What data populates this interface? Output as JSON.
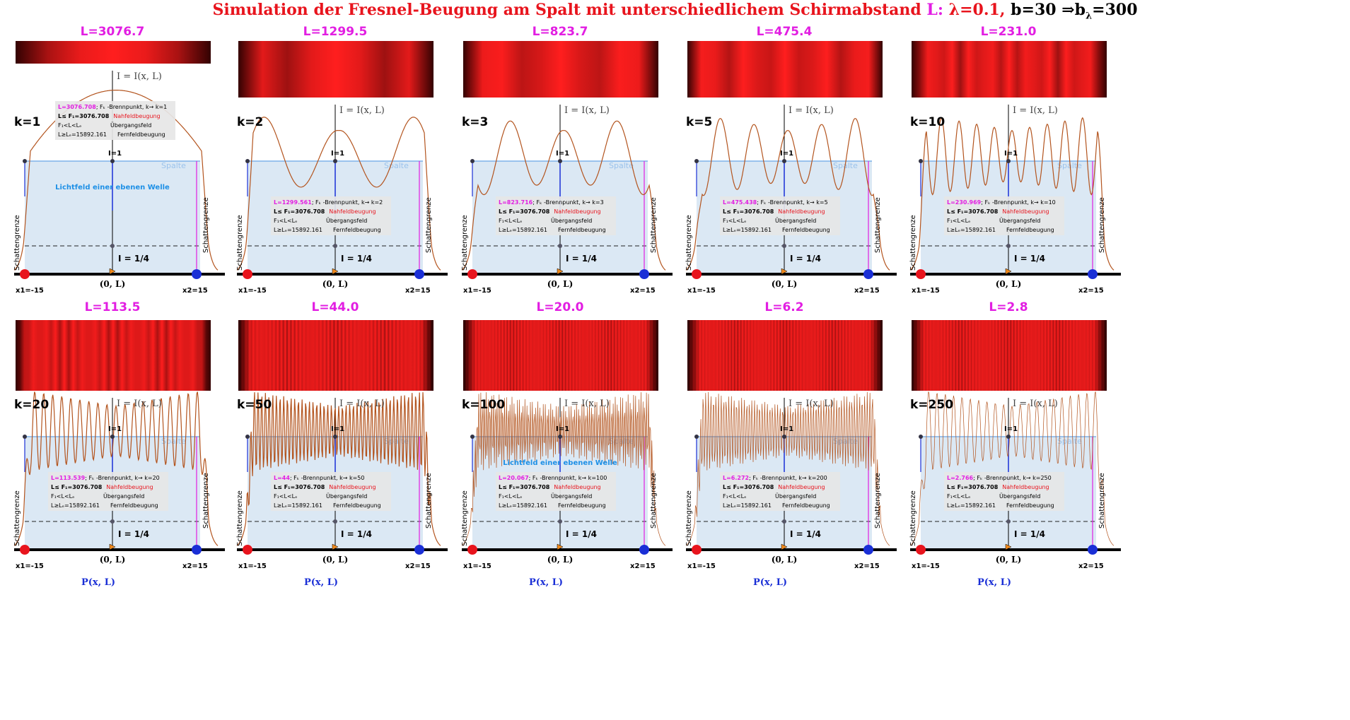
{
  "title": {
    "main": "Simulation der Fresnel-Beugung am Spalt mit unterschiedlichem Schirmabstand ",
    "L_symbol": "L:",
    "lambda": "λ=0.1,",
    "b": " b=30",
    "arrow": " ⇒b",
    "sub": "λ",
    "b_lambda": "=300"
  },
  "common": {
    "intensity_label": "I = I(x, L)",
    "I_one": "I=1",
    "I_quarter": "I = 1/4",
    "origin_label": "(0, L)",
    "x1": "x1=-15",
    "x2": "x2=15",
    "shadow": "Schattengrenze",
    "slit": "Spalte",
    "wave_label": "Lichtfeld einer ebenen Welle",
    "point_label": "P(x, L)",
    "focal_text": "; Fₖ -Brennpunkt, k→",
    "F1_text": "L≤ F₁=3076.708",
    "nahfeld": "Nahfeldbeugung",
    "uebergang_left": "F₁<L<Lₑ",
    "uebergang_right": "Übergangsfeld",
    "fern_left": "L≥Lₑ=15892.161",
    "fern_right": "Fernfeldbeugung"
  },
  "colors": {
    "title_red": "#e8141d",
    "magenta": "#e21ee2",
    "curve": "#b3541e",
    "slit_fill": "#dbe8f4",
    "slit_line": "#7fb2ea",
    "blue_arrow": "#1a2fd6",
    "orange": "#f08a1e"
  },
  "panels": [
    {
      "L": "L=3076.7",
      "k": "k=1",
      "Lval": "L=3076.708",
      "kval": "k=1",
      "fringes": 1,
      "show_wave": true,
      "show_point": false
    },
    {
      "L": "L=1299.5",
      "k": "k=2",
      "Lval": "L=1299.561",
      "kval": "k=2",
      "fringes": 2,
      "show_wave": false,
      "show_point": false
    },
    {
      "L": "L=823.7",
      "k": "k=3",
      "Lval": "L=823.716",
      "kval": "k=3",
      "fringes": 3,
      "show_wave": false,
      "show_point": false
    },
    {
      "L": "L=475.4",
      "k": "k=5",
      "Lval": "L=475.438",
      "kval": "k=5",
      "fringes": 5,
      "show_wave": false,
      "show_point": false
    },
    {
      "L": "L=231.0",
      "k": "k=10",
      "Lval": "L=230.969",
      "kval": "k=10",
      "fringes": 10,
      "show_wave": false,
      "show_point": false
    },
    {
      "L": "L=113.5",
      "k": "k=20",
      "Lval": "L=113.539",
      "kval": "k=20",
      "fringes": 20,
      "show_wave": false,
      "show_point": true
    },
    {
      "L": "L=44.0",
      "k": "k=50",
      "Lval": "L=44",
      "kval": "k=50",
      "fringes": 50,
      "show_wave": false,
      "show_point": true
    },
    {
      "L": "L=20.0",
      "k": "k=100",
      "Lval": "L=20.067",
      "kval": "k=100",
      "fringes": 100,
      "show_wave": true,
      "show_point": true
    },
    {
      "L": "L=6.2",
      "k": "",
      "Lval": "L=6.272",
      "kval": "k=200",
      "fringes": 200,
      "show_wave": false,
      "show_point": true
    },
    {
      "L": "L=2.8",
      "k": "k=250",
      "Lval": "L=2.766",
      "kval": "k=250",
      "fringes": 250,
      "show_wave": false,
      "show_point": true
    }
  ]
}
